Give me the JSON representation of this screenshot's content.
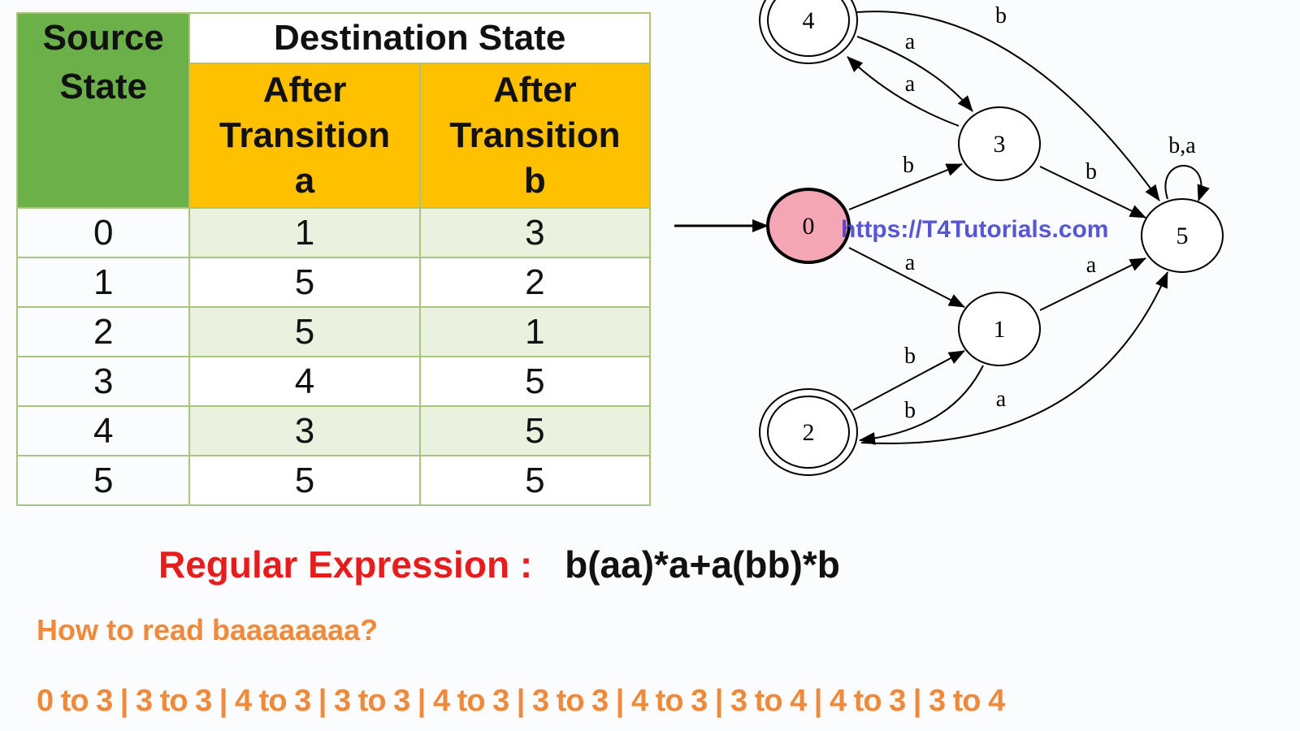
{
  "table": {
    "source_header": "Source State",
    "dest_header": "Destination State",
    "col_a": [
      "After",
      "Transition",
      "a"
    ],
    "col_b": [
      "After",
      "Transition",
      "b"
    ],
    "rows": [
      [
        "0",
        "1",
        "3"
      ],
      [
        "1",
        "5",
        "2"
      ],
      [
        "2",
        "5",
        "1"
      ],
      [
        "3",
        "4",
        "5"
      ],
      [
        "4",
        "3",
        "5"
      ],
      [
        "5",
        "5",
        "5"
      ]
    ]
  },
  "graph": {
    "nodes": [
      "0",
      "1",
      "2",
      "3",
      "4",
      "5"
    ],
    "start": "0",
    "accepting": [
      "2",
      "4"
    ],
    "edges": [
      {
        "from": "4",
        "to": "3",
        "label": "a"
      },
      {
        "from": "3",
        "to": "4",
        "label": "a"
      },
      {
        "from": "4",
        "to": "5",
        "label": "b"
      },
      {
        "from": "0",
        "to": "3",
        "label": "b"
      },
      {
        "from": "3",
        "to": "5",
        "label": "b"
      },
      {
        "from": "0",
        "to": "1",
        "label": "a"
      },
      {
        "from": "1",
        "to": "5",
        "label": "a"
      },
      {
        "from": "2",
        "to": "1",
        "label": "b"
      },
      {
        "from": "1",
        "to": "2",
        "label": "b"
      },
      {
        "from": "2",
        "to": "5",
        "label": "a"
      },
      {
        "from": "5",
        "to": "5",
        "label": "b,a"
      }
    ],
    "watermark": "https://T4Tutorials.com",
    "start_color": "#f4a6b4"
  },
  "regex": {
    "label": "Regular Expression :",
    "value": "b(aa)*a+a(bb)*b"
  },
  "question": "How to read baaaaaaaa?",
  "trace": "0 to 3 | 3 to 3 | 4 to 3 | 3 to 3 | 4 to 3 | 3 to 3 | 4 to 3 | 3 to 4 | 4 to 3 | 3 to 4"
}
